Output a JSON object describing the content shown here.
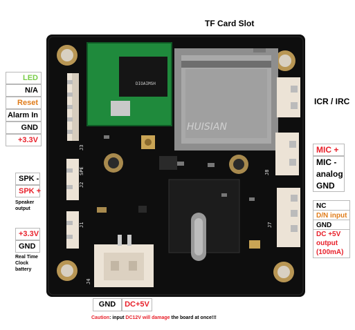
{
  "header": {
    "tf_card_slot": "TF Card Slot"
  },
  "left_header": {
    "led": "LED",
    "na": "N/A",
    "reset": "Reset",
    "alarm_in": "Alarm In",
    "gnd": "GND",
    "v33": "+3.3V"
  },
  "speaker": {
    "spk_minus": "SPK -",
    "spk_plus": "SPK +",
    "note": "Speaker output"
  },
  "rtc": {
    "v33": "+3.3V",
    "gnd": "GND",
    "note": "Real Time Clock battery"
  },
  "right": {
    "icr": "ICR / IRC",
    "mic_plus": "MIC +",
    "mic_minus": "MIC - analog GND",
    "nc": "NC",
    "dn_input": "D/N input",
    "gnd": "GND",
    "dc5v_output": "DC +5V output (100mA)"
  },
  "bottom": {
    "gnd": "GND",
    "dc5v": "DC+5V",
    "caution_prefix": "Caution",
    "caution_mid1": ": input ",
    "caution_dc12": "DC12V will damage",
    "caution_suffix": " the board at once!!!"
  },
  "board": {
    "silk_j3": "J3",
    "silk_spe": "SPE",
    "silk_j2": "J2",
    "silk_j8": "J8",
    "silk_j7": "J7",
    "silk_j1": "J1",
    "silk_j4": "J4",
    "chip_text": "DIOAIMSH",
    "watermark": "HUISIAN"
  },
  "colors": {
    "board": "#0e0e0e",
    "wifi_module": "#1f8a3c",
    "connector": "#ece3d6",
    "label_red": "#e8202a",
    "label_green": "#78cc48",
    "label_orange": "#e07c1a"
  }
}
